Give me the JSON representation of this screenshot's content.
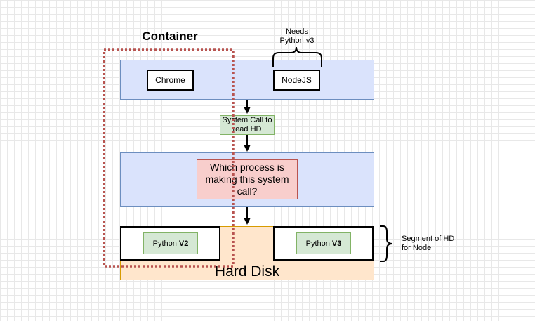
{
  "container": {
    "title": "Container"
  },
  "apps": {
    "chrome": "Chrome",
    "nodejs": "NodeJS",
    "nodejs_note": "Needs\nPython v3"
  },
  "syscall_label": "System Call to read HD",
  "kernel_question": "Which process is making this system call?",
  "disk": {
    "label": "Hard Disk",
    "python_v2_prefix": "Python ",
    "python_v2_version": "V2",
    "python_v3_prefix": "Python ",
    "python_v3_version": "V3",
    "segment_note": "Segment of HD\nfor Node"
  },
  "colors": {
    "band_fill": "#dae3fc",
    "band_stroke": "#6c8ebf",
    "green_fill": "#d5e8d4",
    "red_fill": "#f8cecc",
    "disk_fill": "#ffe6cc",
    "container_dash": "#b85450"
  }
}
